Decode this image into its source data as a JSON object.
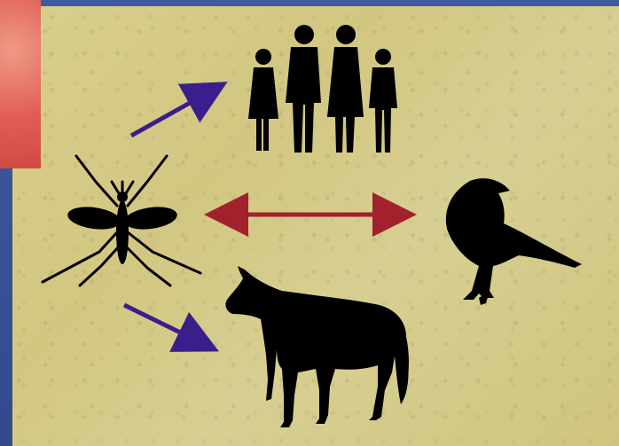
{
  "diagram": {
    "nodes": [
      {
        "id": "mosquito",
        "icon": "mosquito-icon"
      },
      {
        "id": "people",
        "icon": "people-icon"
      },
      {
        "id": "bird",
        "icon": "crow-icon"
      },
      {
        "id": "horse",
        "icon": "horse-icon"
      }
    ],
    "edges": [
      {
        "from": "mosquito",
        "to": "people",
        "style": "one-way",
        "color": "#3a1e8c"
      },
      {
        "from": "mosquito",
        "to": "horse",
        "style": "one-way",
        "color": "#3a1e8c"
      },
      {
        "from": "mosquito",
        "to": "bird",
        "style": "two-way",
        "color": "#a3202d"
      }
    ]
  },
  "colors": {
    "panel": "#d6cd8a",
    "slide_background": "#3a4f8f",
    "corner_accent": "#e06157",
    "silhouette": "#000000"
  }
}
